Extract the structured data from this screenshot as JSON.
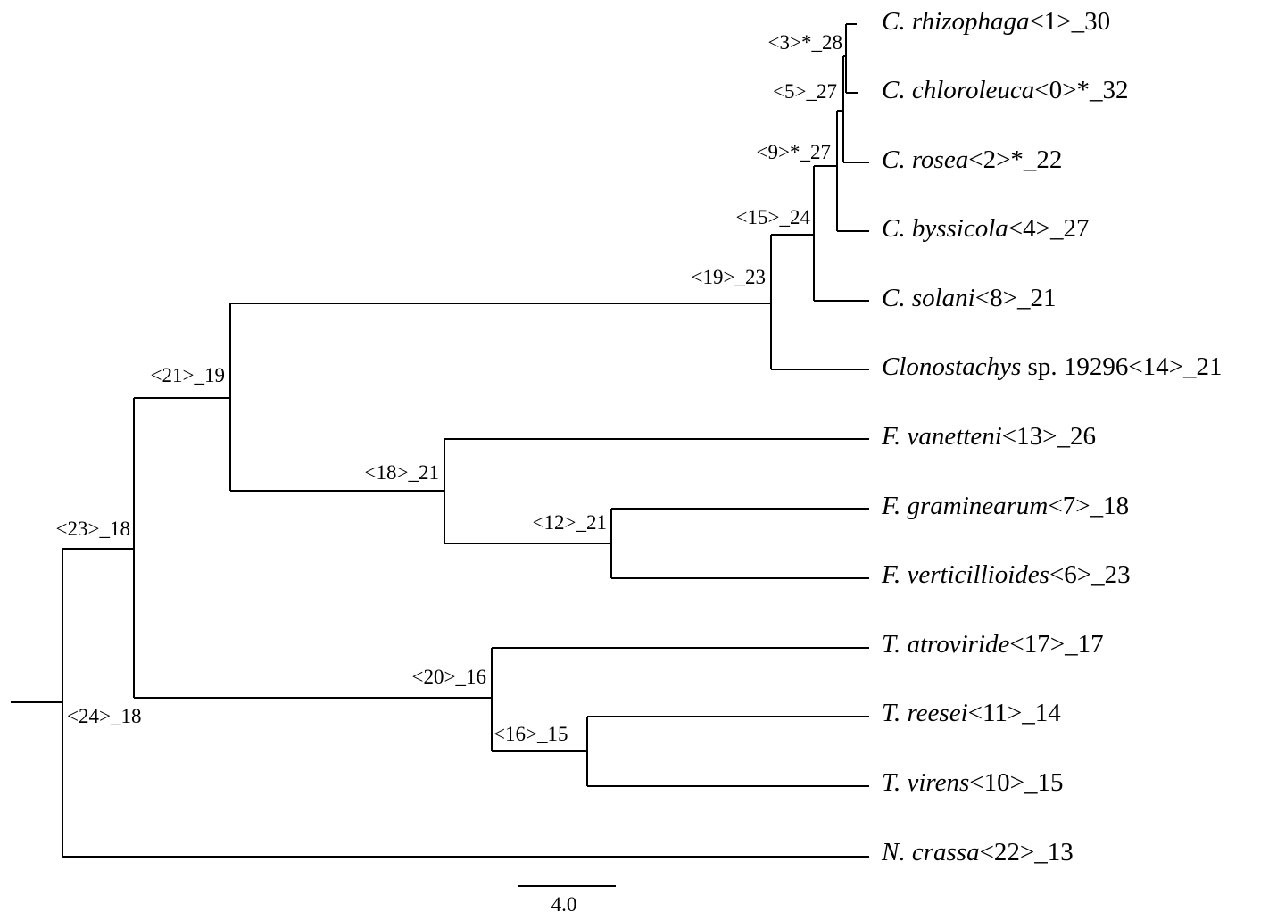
{
  "tree": {
    "tips": [
      {
        "id": "c-rhizophaga",
        "genus_italic": "C. rhizophaga",
        "rest": "<1>_30"
      },
      {
        "id": "c-chloroleuca",
        "genus_italic": "C. chloroleuca",
        "rest": "<0>*_32"
      },
      {
        "id": "c-rosea",
        "genus_italic": "C. rosea",
        "rest": "<2>*_22"
      },
      {
        "id": "c-byssicola",
        "genus_italic": "C. byssicola",
        "rest": "<4>_27"
      },
      {
        "id": "c-solani",
        "genus_italic": "C. solani",
        "rest": "<8>_21"
      },
      {
        "id": "clonostachys-sp",
        "genus_italic": "Clonostachys",
        "rest": " sp. 19296<14>_21"
      },
      {
        "id": "f-vanetteni",
        "genus_italic": "F. vanetteni",
        "rest": "<13>_26"
      },
      {
        "id": "f-graminearum",
        "genus_italic": "F. graminearum",
        "rest": "<7>_18"
      },
      {
        "id": "f-verticillioides",
        "genus_italic": "F. verticillioides",
        "rest": "<6>_23"
      },
      {
        "id": "t-atroviride",
        "genus_italic": "T. atroviride",
        "rest": "<17>_17"
      },
      {
        "id": "t-reesei",
        "genus_italic": "T. reesei",
        "rest": "<11>_14"
      },
      {
        "id": "t-virens",
        "genus_italic": "T. virens",
        "rest": "<10>_15"
      },
      {
        "id": "n-crassa",
        "genus_italic": "N. crassa",
        "rest": "<22>_13"
      }
    ],
    "nodes": [
      {
        "id": "n3",
        "label": "<3>*_28"
      },
      {
        "id": "n5",
        "label": "<5>_27"
      },
      {
        "id": "n9",
        "label": "<9>*_27"
      },
      {
        "id": "n15",
        "label": "<15>_24"
      },
      {
        "id": "n19",
        "label": "<19>_23"
      },
      {
        "id": "n21",
        "label": "<21>_19"
      },
      {
        "id": "n18",
        "label": "<18>_21"
      },
      {
        "id": "n12",
        "label": "<12>_21"
      },
      {
        "id": "n23",
        "label": "<23>_18"
      },
      {
        "id": "n20",
        "label": "<20>_16"
      },
      {
        "id": "n16",
        "label": "<16>_15"
      },
      {
        "id": "n24",
        "label": "<24>_18"
      }
    ],
    "scale_bar": {
      "label": "4.0",
      "length_units": 4.0
    }
  }
}
